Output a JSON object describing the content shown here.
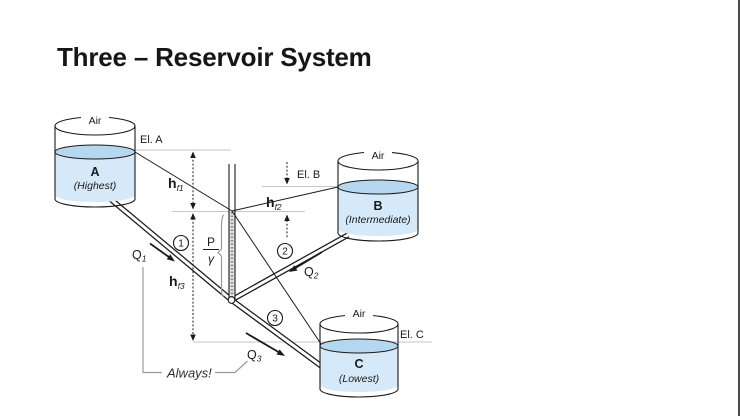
{
  "slide": {
    "title": "Three – Reservoir System",
    "background": "#ffffff",
    "right_border_color": "#4a4a4a"
  },
  "diagram": {
    "reservoir_a": {
      "air": "Air",
      "name": "A",
      "note": "(Highest)",
      "elevation": "El. A"
    },
    "reservoir_b": {
      "air": "Air",
      "name": "B",
      "note": "(Intermediate)",
      "elevation": "El. B"
    },
    "reservoir_c": {
      "air": "Air",
      "name": "C",
      "note": "(Lowest)",
      "elevation": "El. C"
    },
    "head_loss_1": {
      "base": "h",
      "sub": "f1"
    },
    "head_loss_2": {
      "base": "h",
      "sub": "f2"
    },
    "head_loss_3": {
      "base": "h",
      "sub": "f3"
    },
    "flow_1": {
      "base": "Q",
      "sub": "1"
    },
    "flow_2": {
      "base": "Q",
      "sub": "2"
    },
    "flow_3": {
      "base": "Q",
      "sub": "3"
    },
    "pipe_1": "1",
    "pipe_2": "2",
    "pipe_3": "3",
    "pressure_head": {
      "num": "P",
      "den": "γ"
    },
    "always_note": "Always!",
    "colors": {
      "line": "#1a1a1a",
      "reference_line": "#c6c6c6",
      "leader_line": "#9a9a9a",
      "water_body": "#d6e9f8",
      "water_surface": "#b5d7ef",
      "piezometer_fill": "#e4e4e4"
    }
  }
}
